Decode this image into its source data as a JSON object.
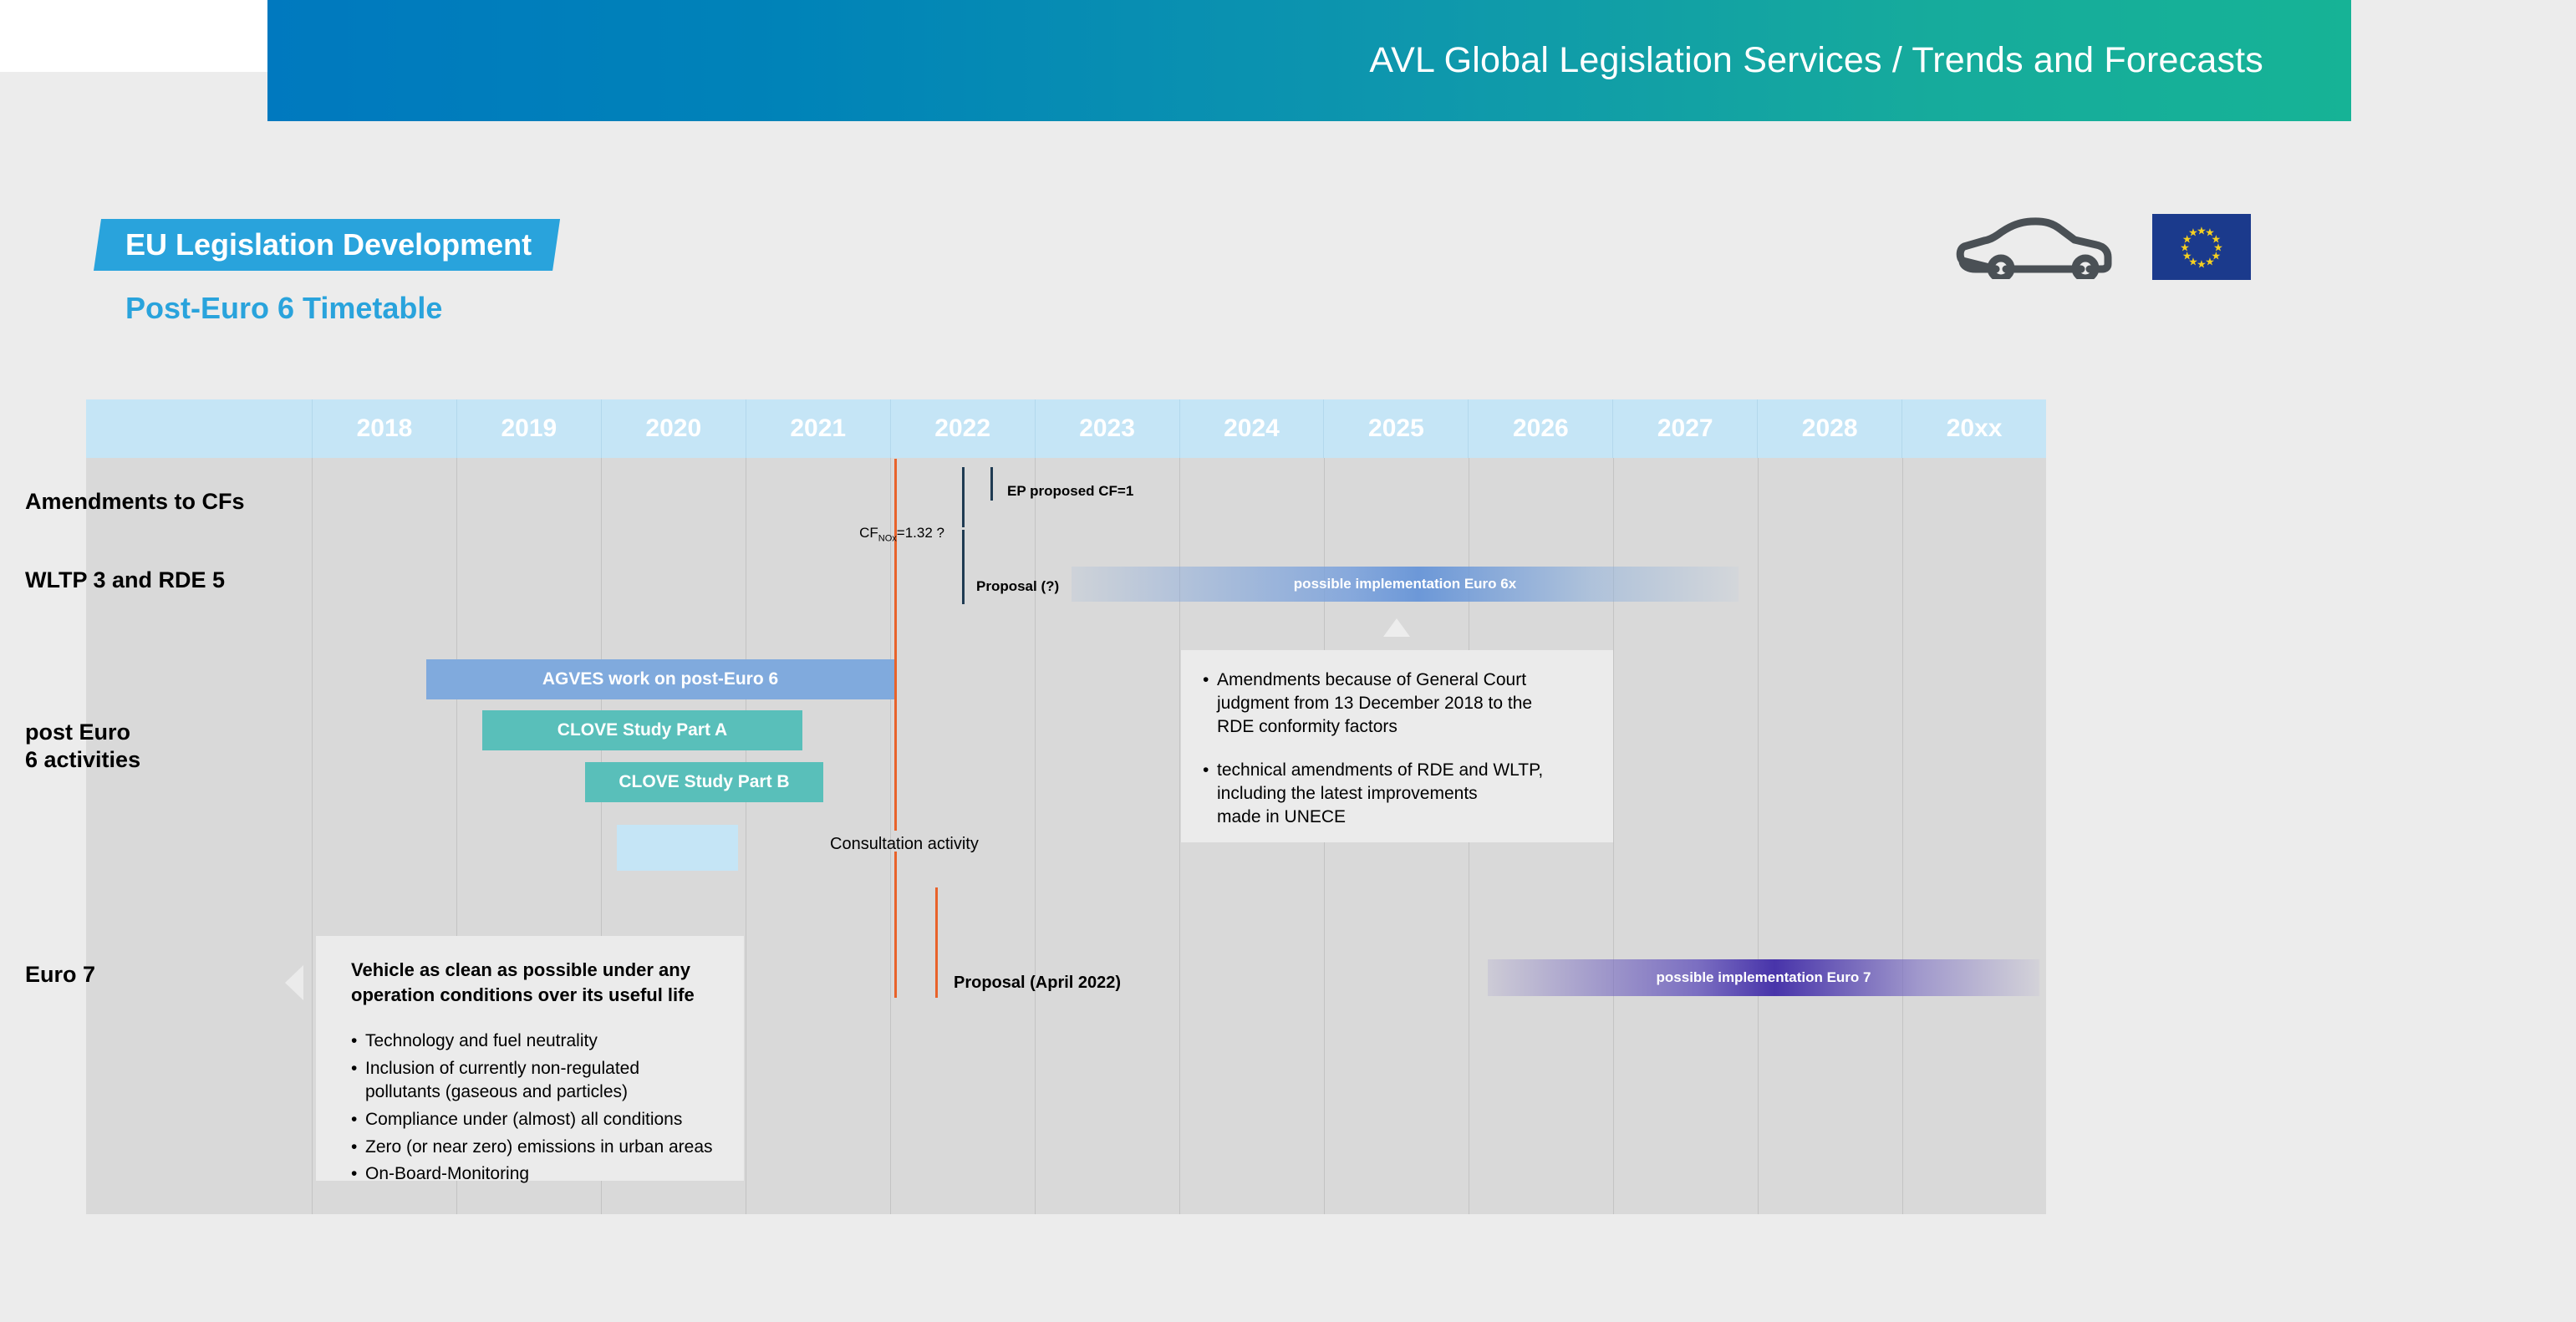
{
  "header": {
    "title": "AVL Global Legislation Services / Trends and Forecasts",
    "banner_color_left": "#0079bf",
    "banner_color_right": "#16b396"
  },
  "slide": {
    "title": "EU Legislation Development",
    "subtitle": "Post-Euro 6 Timetable",
    "title_tag_color": "#29a3dc",
    "subtitle_color": "#29a3dc",
    "icons": {
      "car": "car-icon",
      "flag": "eu-flag-icon"
    }
  },
  "timeline": {
    "years": [
      "2018",
      "2019",
      "2020",
      "2021",
      "2022",
      "2023",
      "2024",
      "2025",
      "2026",
      "2027",
      "2028",
      "20xx"
    ],
    "header_bg": "#c5e5f6",
    "body_bg": "#d9d9d9",
    "rows": [
      {
        "label": "Amendments to CFs"
      },
      {
        "label": "WLTP 3 and RDE 5"
      },
      {
        "label": "post Euro\n6 activities"
      },
      {
        "label": "Euro 7"
      }
    ],
    "markers": [
      {
        "name": "ep-proposed-cf",
        "label": "EP proposed CF=1",
        "color": "#1f3b52"
      },
      {
        "name": "cf-nox",
        "label_pre": "CF",
        "label_sub": "NOx",
        "label_post": "=1.32 ?",
        "color": "#1f3b52"
      },
      {
        "name": "proposal-q",
        "label": "Proposal (?)",
        "color": "#1f3b52"
      },
      {
        "name": "consultation",
        "label": "Consultation activity",
        "color": "#e8622a"
      },
      {
        "name": "proposal-april-2022",
        "label": "Proposal (April 2022)",
        "color": "#e8622a"
      }
    ],
    "implementation_bars": [
      {
        "name": "euro6x",
        "label": "possible implementation Euro 6x",
        "color": "#6c98d8"
      },
      {
        "name": "euro7",
        "label": "possible implementation Euro 7",
        "color": "#4834aa"
      }
    ],
    "activity_bars": [
      {
        "name": "agves",
        "label": "AGVES work on post-Euro 6",
        "color": "#80aadd"
      },
      {
        "name": "clove-a",
        "label": "CLOVE Study Part A",
        "color": "#59bfba"
      },
      {
        "name": "clove-b",
        "label": "CLOVE Study Part B",
        "color": "#59bfba"
      },
      {
        "name": "consultation-box",
        "label": "",
        "color": "#c5e5f6"
      }
    ]
  },
  "callouts": {
    "amendments": {
      "items": [
        "Amendments because of General Court\njudgment from 13 December 2018 to the\nRDE conformity factors",
        "technical amendments of RDE and WLTP,\nincluding the latest improvements\nmade in UNECE"
      ]
    },
    "euro7": {
      "heading": "Vehicle as clean as possible under any\noperation conditions over its useful life",
      "items": [
        "Technology and fuel neutrality",
        "Inclusion of currently non-regulated\n  pollutants (gaseous and particles)",
        "Compliance under (almost) all conditions",
        "Zero (or near zero) emissions in urban areas",
        "On-Board-Monitoring"
      ]
    }
  }
}
